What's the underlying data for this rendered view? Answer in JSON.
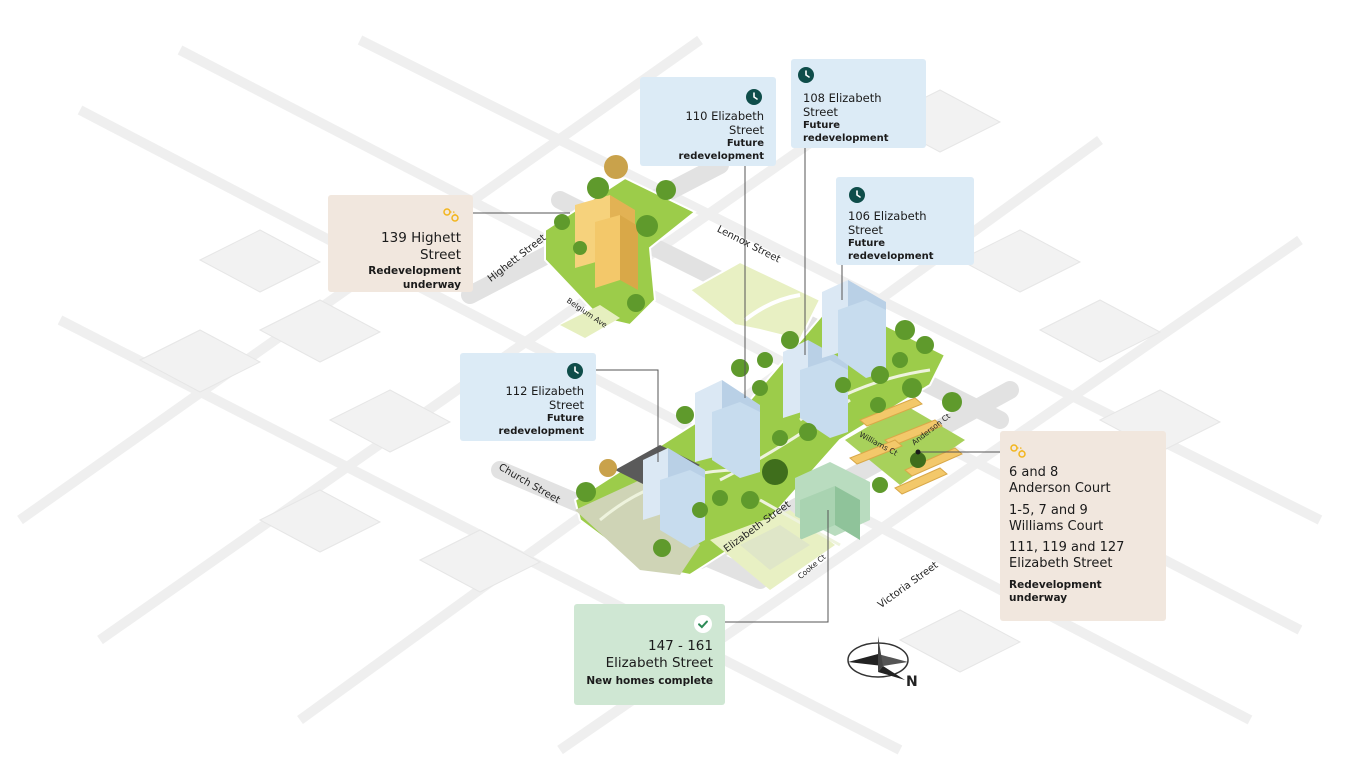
{
  "streets": {
    "highett": "Highett Street",
    "lennox": "Lennox Street",
    "belgium": "Belgium Ave",
    "church": "Church Street",
    "elizabeth": "Elizabeth Street",
    "williams": "Williams Ct",
    "anderson": "Anderson Ct",
    "cooke": "Cooke Ct",
    "victoria": "Victoria Street"
  },
  "callouts": {
    "e110": {
      "address": "110 Elizabeth Street",
      "status": "Future redevelopment",
      "icon": "clock-icon"
    },
    "e108": {
      "address": "108 Elizabeth Street",
      "status": "Future redevelopment",
      "icon": "clock-icon"
    },
    "e106": {
      "address": "106 Elizabeth Street",
      "status": "Future redevelopment",
      "icon": "clock-icon"
    },
    "e112": {
      "address": "112 Elizabeth Street",
      "status": "Future redevelopment",
      "icon": "clock-icon"
    },
    "h139": {
      "address": "139 Highett Street",
      "status_line1": "Redevelopment",
      "status_line2": "underway",
      "icon": "route-icon"
    },
    "anderson": {
      "line1": "6 and 8",
      "line2": "Anderson Court",
      "line3": "1-5, 7 and 9",
      "line4": "Williams Court",
      "line5": "111, 119 and 127",
      "line6": "Elizabeth Street",
      "status": "Redevelopment underway",
      "icon": "route-icon"
    },
    "e147": {
      "line1": "147 - 161",
      "line2": "Elizabeth Street",
      "status": "New homes complete",
      "icon": "check-circle-icon"
    }
  },
  "compass": {
    "label": "N"
  },
  "colors": {
    "future": "#dcebf6",
    "underway": "#f1e7de",
    "complete": "#cfe7d3",
    "grass": "#9ccc4a",
    "tree": "#5f9a2c",
    "building_blue": "#c7dcee",
    "building_yellow": "#f3c86a",
    "building_green": "#a9d3b1",
    "icon_dark": "#0f4d4a",
    "icon_yellow": "#f2b51d"
  }
}
